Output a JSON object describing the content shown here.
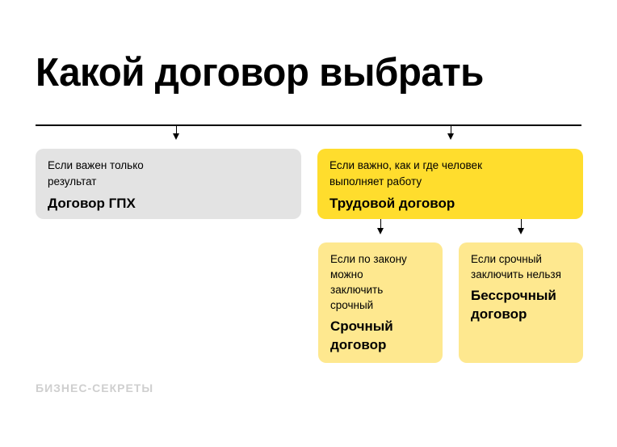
{
  "title": "Какой договор выбрать",
  "boxes": {
    "gph": {
      "condition": "Если важен только результат",
      "result": "Договор ГПХ",
      "color": "#e3e3e3"
    },
    "labor": {
      "condition": "Если важно, как и где человек выполняет работу",
      "result": "Трудовой договор",
      "color": "#ffdd2d"
    },
    "fixed": {
      "condition": "Если по закону можно заключить срочный",
      "result": "Срочный договор",
      "color": "#fee88f"
    },
    "open": {
      "condition": "Если срочный заключить нельзя",
      "result": "Бессрочный договор",
      "color": "#fee88f"
    }
  },
  "logo": "БИЗНЕС-СЕКРЕТЫ"
}
